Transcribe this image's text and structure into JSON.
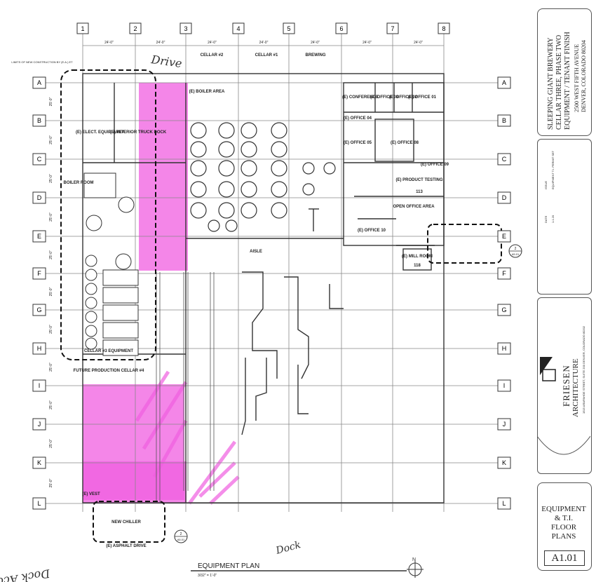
{
  "drawing": {
    "column_labels": [
      "1",
      "2",
      "3",
      "4",
      "5",
      "6",
      "7",
      "8"
    ],
    "row_labels": [
      "A",
      "B",
      "C",
      "D",
      "E",
      "F",
      "G",
      "H",
      "I",
      "J",
      "K",
      "L"
    ],
    "dimension": "24'-0\"",
    "row_dimension": "25'-0\"",
    "construction_note": "LIMITS OF NEW CONSTRUCTION BY (E.A.) ET",
    "handwriting": {
      "drive_top": "Drive",
      "dock_access": "Dock Access",
      "dock_bottom": "Dock"
    },
    "section_tags": [
      {
        "id": "section-tag-e",
        "num": "2",
        "sheet": "A5.01"
      },
      {
        "id": "section-tag-chiller",
        "num": "2",
        "sheet": "A5.01"
      }
    ],
    "rooms": {
      "cellar2": "CELLAR #2",
      "cellar1": "CELLAR #1",
      "brewing": "BREWING",
      "boiler_area": "(E) BOILER AREA",
      "elect": "(E) ELECT. EQUIP. AREA",
      "truck_dock": "(E) INTERIOR TRUCK DOCK",
      "boiler_room": "BOILER ROOM",
      "conference": "(E) CONFERENCE",
      "office_03": "(E) OFFICE 03",
      "office_02": "(E) OFFICE 02",
      "office_01": "(E) OFFICE 01",
      "office_04": "(E) OFFICE 04",
      "office_05": "(E) OFFICE 05",
      "office_08": "(E) OFFICE 08",
      "office_09": "(E) OFFICE 09",
      "product_testing": "(E) PRODUCT TESTING",
      "product_testing_num": "113",
      "open_office": "OPEN OFFICE AREA",
      "office_10": "(E) OFFICE 10",
      "mill_room": "(E) MILL ROOM",
      "mill_room_num": "118",
      "aisle": "AISLE",
      "cellar3_equipment": "CELLAR #3 EQUIPMENT",
      "future_cellar": "FUTURE PRODUCTION CELLAR #4",
      "vest": "(E) VEST",
      "chiller": "NEW CHILLER",
      "asphalt": "(E) ASPHALT DRIVE"
    },
    "plan_title": "EQUIPMENT PLAN",
    "plan_scale": "3/32\" = 1'-0\""
  },
  "title_block": {
    "project_line1": "SLEEPING GIANT BREWERY",
    "project_line2": "CELLAR THREE, PHASE TWO",
    "project_line3": "EQUIPMENT / TENANT FINISH",
    "address_line1": "2500 WEST FIFTH AVENUE",
    "address_line2": "DENVER, COLORADO 80204",
    "date_label": "DATE",
    "issue_label": "ISSUE",
    "issue_date": "1.1.20",
    "issue_text": "EQUIPMENT T.I. PERMIT SET",
    "firm_name": "FRIESEN",
    "firm_sub": "ARCHITECTURE",
    "firm_address": "1515 ARAPAHOE STREET, SUITE 200 DENVER, COLORADO 80202",
    "sheet_title_1": "EQUIPMENT",
    "sheet_title_2": "& T.I.",
    "sheet_title_3": "FLOOR",
    "sheet_title_4": "PLANS",
    "sheet_number": "A1.01"
  },
  "colors": {
    "highlight": "#f05ee0",
    "linework": "#333333",
    "grid": "#888888",
    "dashed": "#111111"
  }
}
